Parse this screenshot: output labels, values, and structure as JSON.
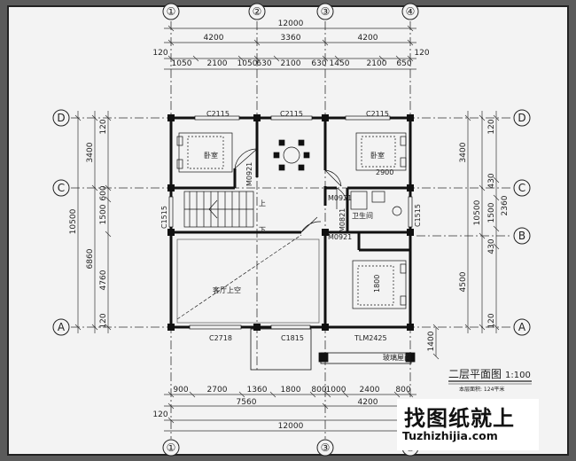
{
  "axes_top": [
    "①",
    "②",
    "③",
    "④"
  ],
  "axes_bottom": [
    "①",
    "③",
    "④"
  ],
  "axes_side": [
    "D",
    "C",
    "B",
    "A"
  ],
  "dims": {
    "top_total": "12000",
    "top_mid": [
      "4200",
      "3360",
      "4200"
    ],
    "top_detail": [
      "1050",
      "2100",
      "1050",
      "630",
      "2100",
      "630",
      "1450",
      "2100",
      "650"
    ],
    "top_side_offset": "120",
    "bottom_detail": [
      "900",
      "2700",
      "1360",
      "1800",
      "800",
      "1000",
      "2400",
      "800"
    ],
    "bottom_mid": [
      "7560",
      "4200"
    ],
    "bottom_total": "12000",
    "bottom_side_offset": "120",
    "left_outer": "10500",
    "left_mid": [
      "3400",
      "6860"
    ],
    "left_detail": [
      "120",
      "600",
      "1500",
      "4760",
      "120"
    ],
    "right_outer": "10500",
    "right_mid": [
      "3400",
      "4500"
    ],
    "right_detail": [
      "120",
      "430",
      "1500",
      "2360",
      "430",
      "120"
    ],
    "porch_depth": "1400"
  },
  "labels": {
    "window_c2115": "C2115",
    "door_m0921": "M0921",
    "door_m0821": "M0821",
    "window_c1515": "C1515",
    "window_c2718": "C2718",
    "window_c1815": "C1815",
    "door_tlm2425": "TLM2425",
    "bedroom": "卧室",
    "bathroom": "卫生间",
    "void_above_living": "客厅上空",
    "stair_up": "上",
    "stair_down": "下",
    "glass_roof": "玻璃屋面",
    "bed_size_a": "2900",
    "bed_size_b": "1800"
  },
  "title": {
    "name": "二层平面图",
    "scale": "1:100",
    "area": "本层面积: 124平米"
  },
  "watermark": {
    "cn": "找图纸就上",
    "url": "Tuzhizhijia.com"
  }
}
